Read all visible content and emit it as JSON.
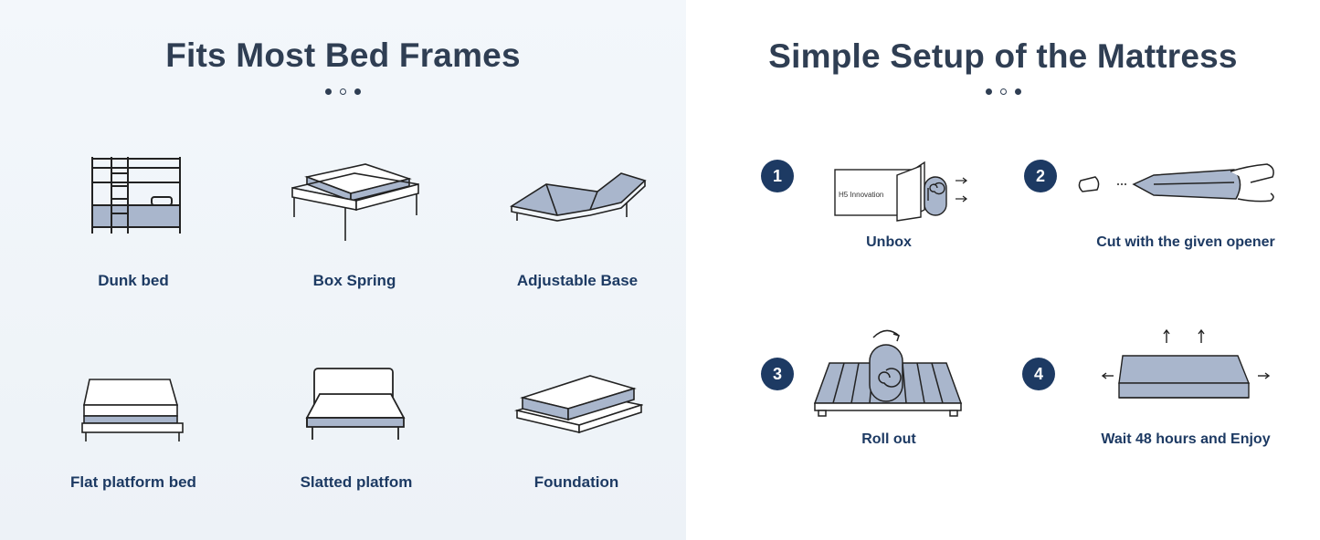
{
  "left": {
    "title": "Fits Most Bed Frames",
    "frames": [
      {
        "label": "Dunk bed",
        "icon": "bunk-bed-icon"
      },
      {
        "label": "Box Spring",
        "icon": "box-spring-icon"
      },
      {
        "label": "Adjustable Base",
        "icon": "adjustable-base-icon"
      },
      {
        "label": "Flat platform bed",
        "icon": "flat-platform-bed-icon"
      },
      {
        "label": "Slatted platfom",
        "icon": "slatted-platform-icon"
      },
      {
        "label": "Foundation",
        "icon": "foundation-icon"
      }
    ]
  },
  "right": {
    "title": "Simple Setup of the Mattress",
    "box_text": "H5 Innovation",
    "steps": [
      {
        "number": "1",
        "label": "Unbox",
        "icon": "unbox-icon"
      },
      {
        "number": "2",
        "label": "Cut with the given opener",
        "icon": "cut-opener-icon"
      },
      {
        "number": "3",
        "label": "Roll out",
        "icon": "roll-out-icon"
      },
      {
        "number": "4",
        "label": "Wait 48 hours and Enjoy",
        "icon": "expand-mattress-icon"
      }
    ]
  },
  "colors": {
    "navy": "#1d3a63",
    "heading": "#2f3e53",
    "mattress": "#a9b6cc",
    "line": "#222222"
  }
}
